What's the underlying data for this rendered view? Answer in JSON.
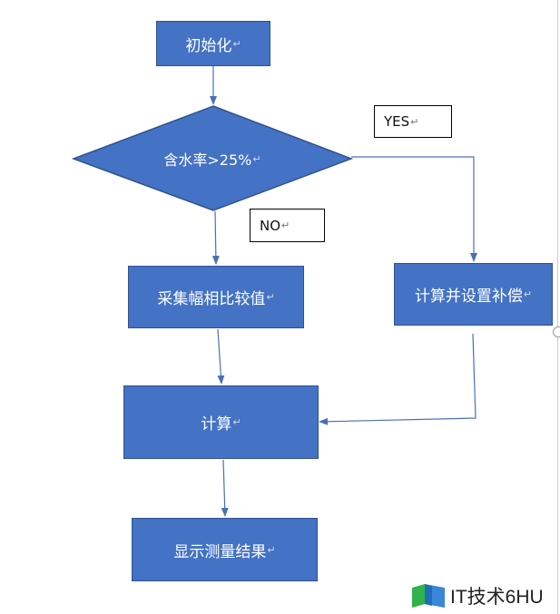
{
  "flowchart": {
    "nodes": {
      "init": "初始化",
      "decision": "含水率>25%",
      "sample": "采集幅相比较值",
      "compensate": "计算并设置补偿",
      "compute": "计算",
      "display": "显示测量结果"
    },
    "labels": {
      "yes": "YES",
      "no": "NO"
    },
    "paragraph_mark": "↵"
  },
  "watermark": {
    "text": "IT技术6HU"
  },
  "colors": {
    "box_fill": "#4472c4",
    "box_border": "#2f528f",
    "arrow": "#4a6fb5",
    "text": "#ffffff"
  }
}
